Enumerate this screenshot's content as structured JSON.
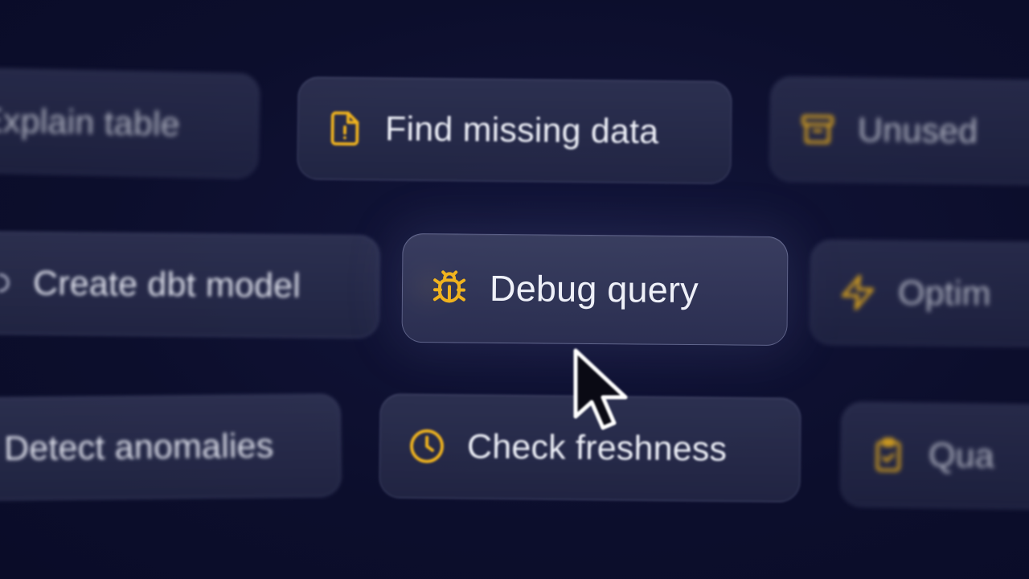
{
  "chips": [
    {
      "label": "Explain table",
      "icon": "none"
    },
    {
      "label": "Find missing data",
      "icon": "file-alert-icon"
    },
    {
      "label": "Unused",
      "icon": "archive-icon"
    },
    {
      "label": "Create dbt model",
      "icon": "none"
    },
    {
      "label": "Debug query",
      "icon": "bug-icon",
      "active": true
    },
    {
      "label": "Optim",
      "icon": "lightning-icon"
    },
    {
      "label": "Detect anomalies",
      "icon": "none"
    },
    {
      "label": "Check freshness",
      "icon": "clock-icon"
    },
    {
      "label": "Qua",
      "icon": "clipboard-check-icon"
    }
  ],
  "colors": {
    "background": "#0c0e2c",
    "chip": "#2e3254",
    "accent": "#f0b31e",
    "text": "#eef0f8"
  }
}
